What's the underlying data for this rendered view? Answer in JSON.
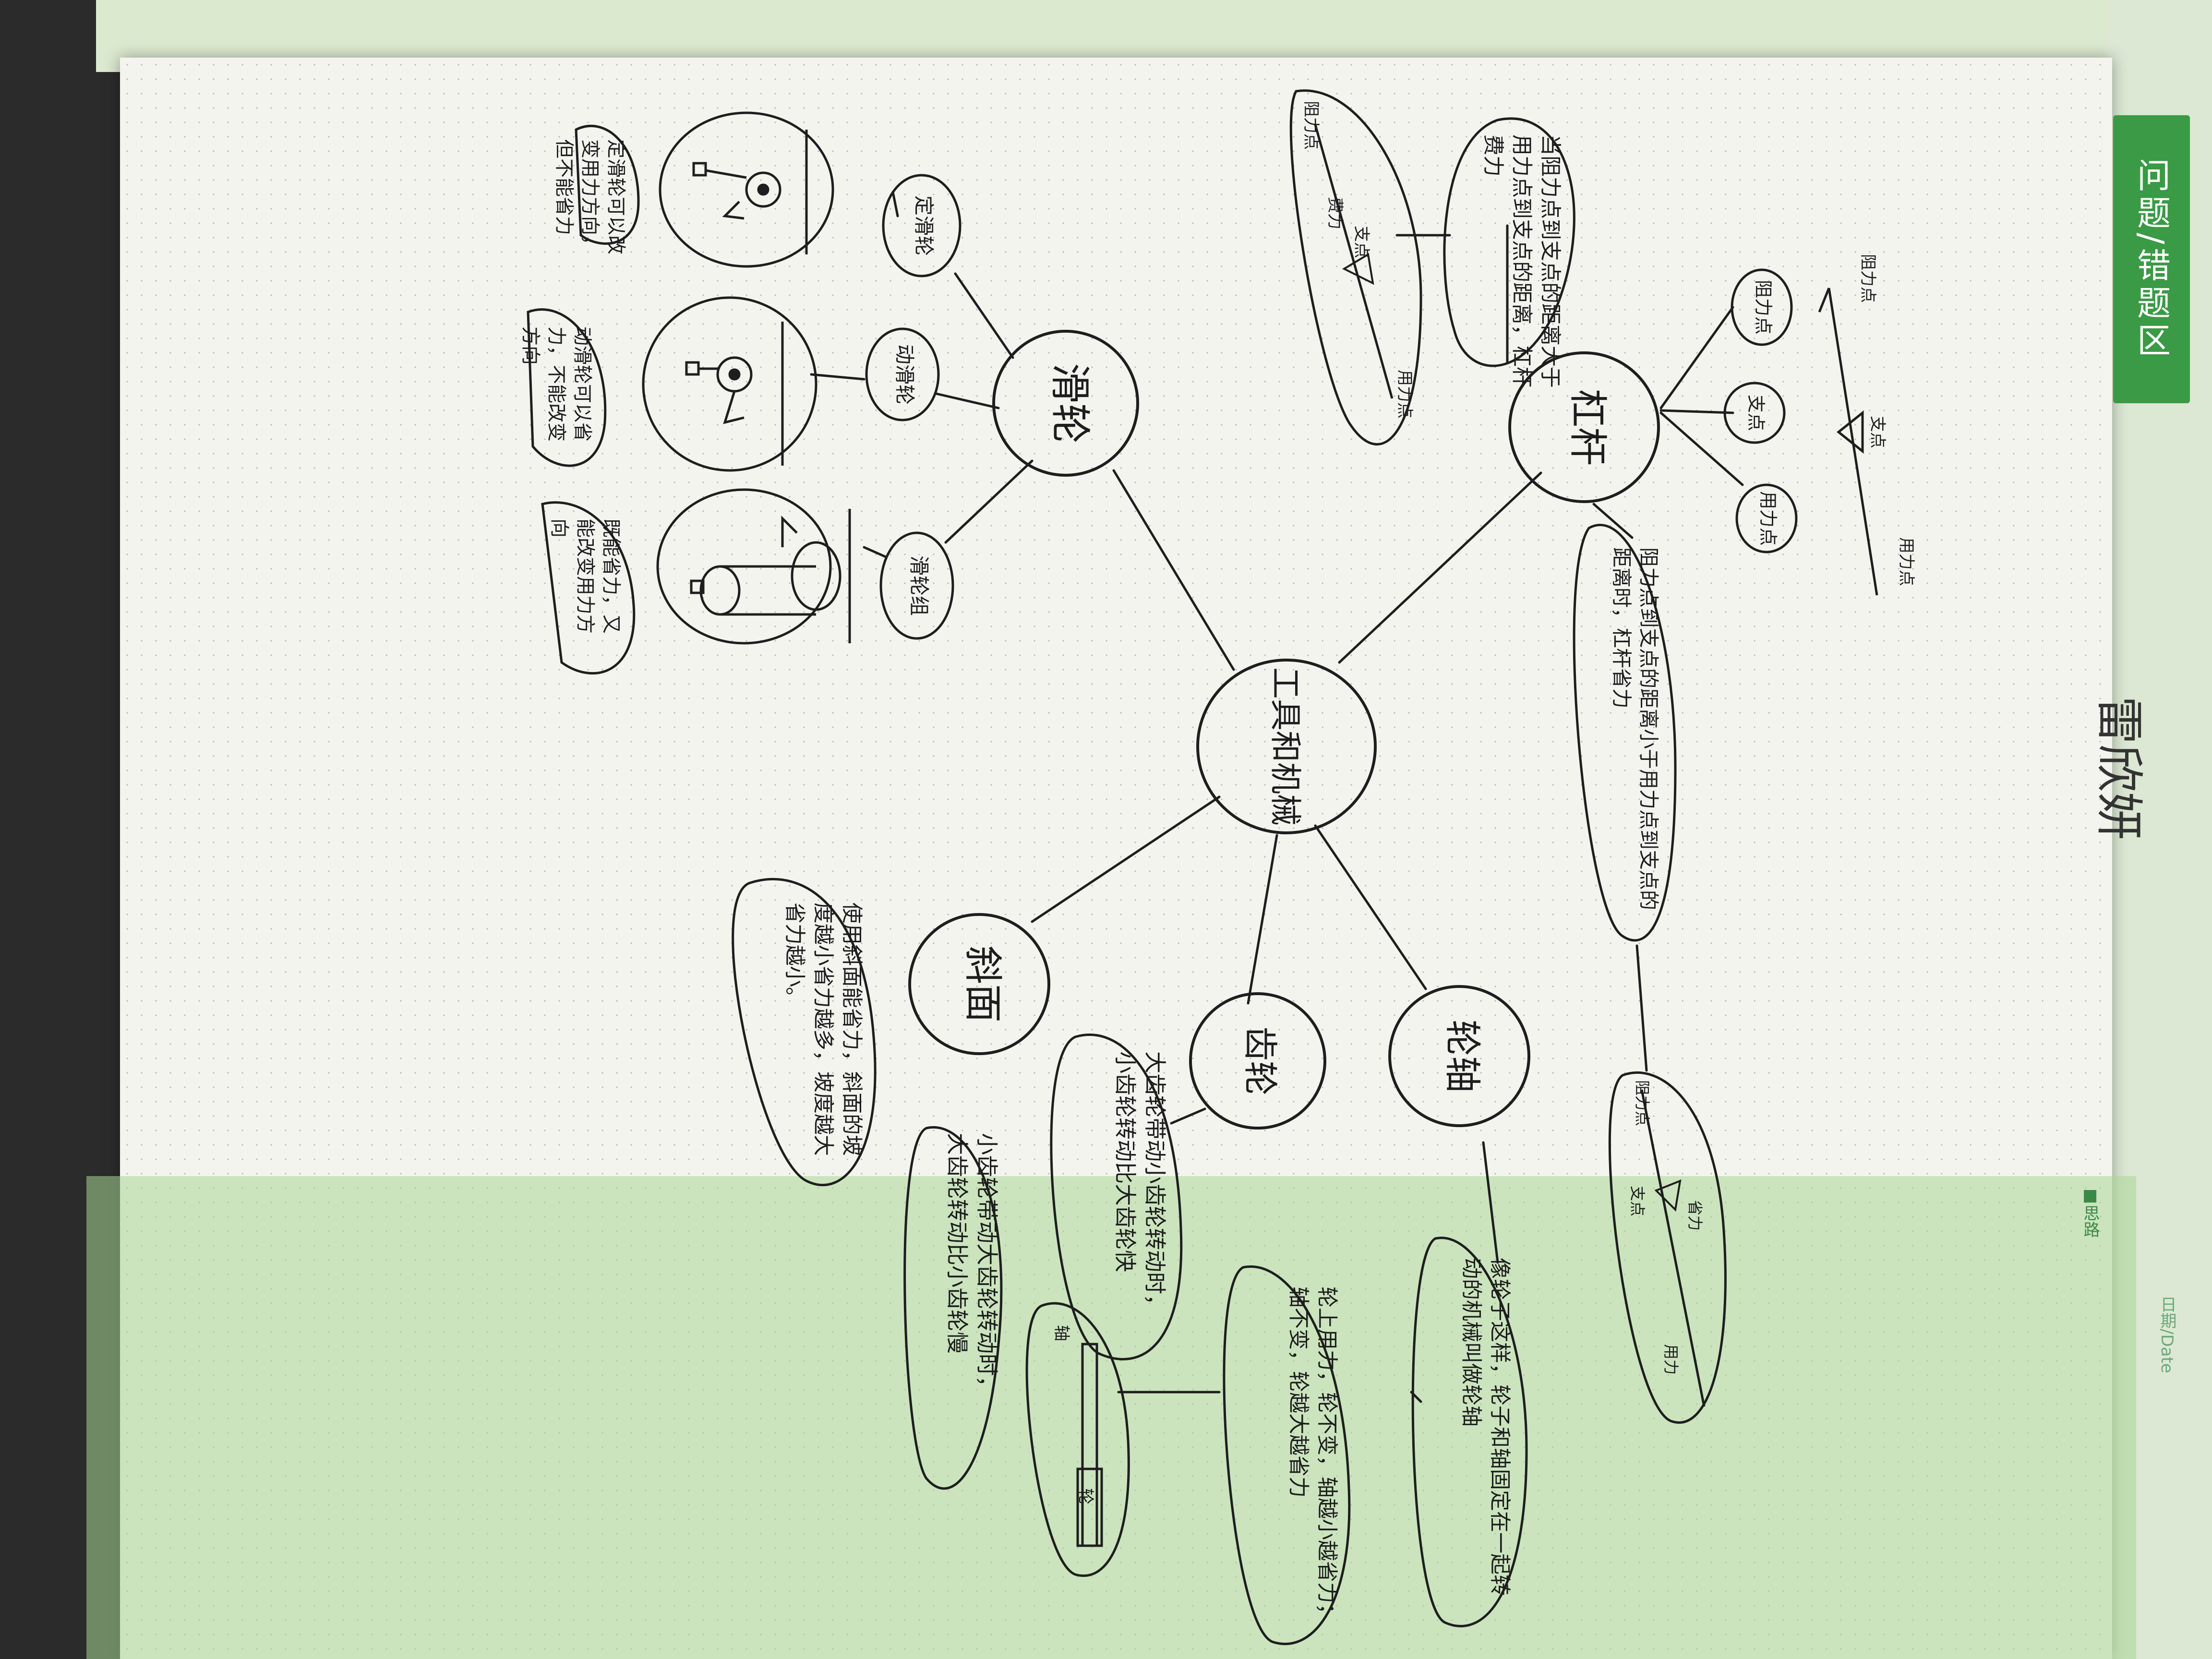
{
  "page": {
    "section_tab": "问题/错题区",
    "thinking_label": "■思路",
    "date_label": "日期/Date"
  },
  "author_signature": "雷欣妍",
  "central_topic": "工具和机械",
  "branches": {
    "lever": {
      "title": "杠杆",
      "parts": [
        "阻力点",
        "支点",
        "用力点"
      ],
      "sketch_labels": [
        "阻力点",
        "支点",
        "用力点"
      ],
      "labor_saving_note": "阻力点到支点的距离小于用力点到支点的距离时，杠杆省力",
      "labor_saving_sketch_labels": [
        "阻力点",
        "支点",
        "用力"
      ],
      "labor_costing_note": "当阻力点到支点的距离大于用力点到支点的距离，杠杆费力",
      "labor_costing_sketch_labels": [
        "阻力点",
        "费力",
        "支点",
        "用力点"
      ]
    },
    "pulley": {
      "title": "滑轮",
      "fixed_pulley": {
        "label": "定滑轮",
        "note": "定滑轮可以改变用力方向，但不能省力"
      },
      "movable_pulley": {
        "label": "动滑轮",
        "note": "动滑轮可以省力，不能改变方向"
      },
      "pulley_block": {
        "label": "滑轮组",
        "note": "既能省力，又能改变用力方向"
      }
    },
    "inclined_plane": {
      "title": "斜面",
      "note": "使用斜面能省力，斜面的坡度越小省力越多，坡度越大省力越小。"
    },
    "gear": {
      "title": "齿轮",
      "note_fast": "大齿轮带动小齿轮转动时，小齿轮转动比大齿轮快",
      "note_fast_highlight": "快",
      "note_slow": "小齿轮带动大齿轮转动时，大齿轮转动比小齿轮慢",
      "note_slow_highlight": "慢"
    },
    "wheel_axle": {
      "title": "轮轴",
      "definition": "像轮子这样，轮子和轴固定在一起转动的机械叫做轮轴",
      "note": "轮上用力，轮不变，轴越小越省力；轴不变，轮越大越省力",
      "sketch_labels": [
        "轴",
        "轮"
      ],
      "lever_sketch_labels": [
        "阻力点",
        "省力",
        "支点",
        "用力"
      ]
    }
  }
}
